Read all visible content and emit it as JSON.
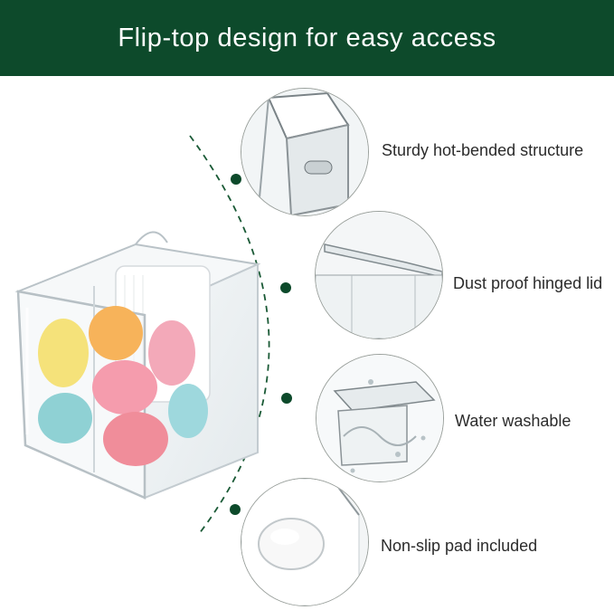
{
  "banner": {
    "title": "Flip-top design for easy access",
    "background": "#0d4a2b"
  },
  "colors": {
    "accent_dot": "#0d4a2b",
    "dashed_arc": "#1a5a36",
    "label_text": "#2b2b2b"
  },
  "features": [
    {
      "label": "Sturdy hot-bended structure",
      "icon": "hinge-corner-closeup"
    },
    {
      "label": "Dust proof hinged lid",
      "icon": "hinged-lid-closeup"
    },
    {
      "label": "Water washable",
      "icon": "water-splash-closeup"
    },
    {
      "label": "Non-slip pad included",
      "icon": "rubber-pad-closeup"
    }
  ],
  "product": {
    "icon": "acrylic-organizer-box-with-sponges"
  }
}
